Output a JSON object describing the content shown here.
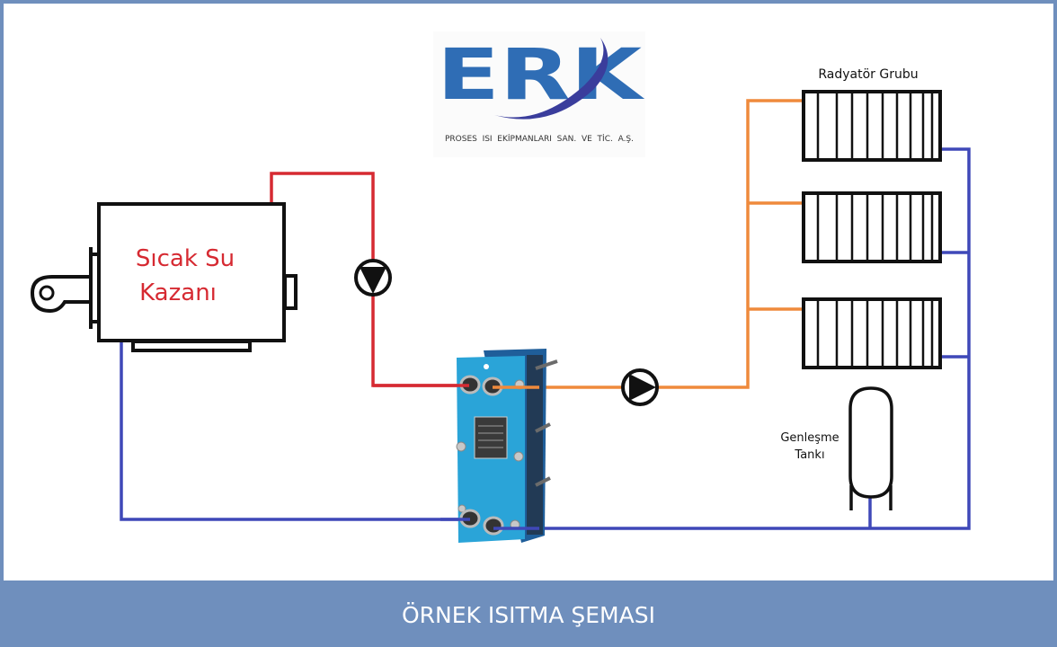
{
  "logo": {
    "brand": "ERK",
    "tagline": "PROSES  ISI  EKİPMANLARI  SAN.  VE  TİC.  A.Ş."
  },
  "components": {
    "boiler": {
      "label_line1": "Sıcak Su",
      "label_line2": "Kazanı"
    },
    "radiator_group": {
      "label": "Radyatör Grubu",
      "count": 3
    },
    "expansion_tank": {
      "label_line1": "Genleşme",
      "label_line2": "Tankı"
    },
    "pumps": [
      "primary-pump",
      "secondary-pump"
    ]
  },
  "colors": {
    "hot_supply": "#d62a32",
    "secondary_supply": "#ef8a3c",
    "return": "#3f48b8",
    "equipment_outline": "#111111",
    "heat_exchanger": "#2aa4d8",
    "frame": "#6f8fbd",
    "boiler_label": "#d62a32"
  },
  "footer": {
    "title": "ÖRNEK ISITMA ŞEMASI"
  }
}
